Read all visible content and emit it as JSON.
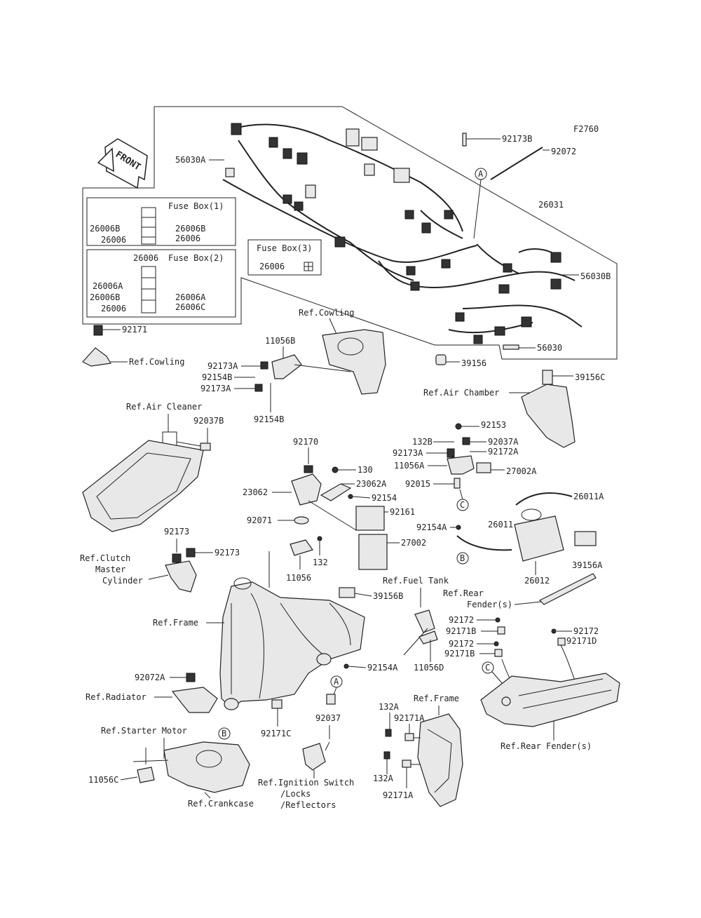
{
  "figure_code": "F2760",
  "front_label": "FRONT",
  "fuse_boxes": {
    "box1_title": "Fuse Box(1)",
    "box2_title": "Fuse Box(2)",
    "box3_title": "Fuse Box(3)"
  },
  "callouts": [
    "A",
    "B",
    "C"
  ],
  "labels": {
    "p92173B": "92173B",
    "p92072": "92072",
    "p56030A": "56030A",
    "p26031": "26031",
    "p56030B": "56030B",
    "p56030": "56030",
    "p39156": "39156",
    "p26006B_l": "26006B",
    "p26006B_r": "26006B",
    "p26006_a": "26006",
    "p26006_b": "26006",
    "p26006_c": "26006",
    "p26006A_l": "26006A",
    "p26006B_2": "26006B",
    "p26006A_r": "26006A",
    "p26006_d": "26006",
    "p26006C": "26006C",
    "p26006_e": "26006",
    "p92171": "92171",
    "ref_cowling_1": "Ref.Cowling",
    "ref_cowling_2": "Ref.Cowling",
    "p11056B": "11056B",
    "p92173A_1": "92173A",
    "p92154B_1": "92154B",
    "p92173A_2": "92173A",
    "p92154B_2": "92154B",
    "p39156C": "39156C",
    "ref_air_chamber": "Ref.Air Chamber",
    "ref_air_cleaner": "Ref.Air Cleaner",
    "p92037B": "92037B",
    "p92153": "92153",
    "p132B": "132B",
    "p92037A": "92037A",
    "p92173A_3": "92173A",
    "p92172A": "92172A",
    "p11056A": "11056A",
    "p27002A": "27002A",
    "p92015": "92015",
    "p92170": "92170",
    "p130": "130",
    "p23062": "23062",
    "p23062A": "23062A",
    "p92154": "92154",
    "p92161": "92161",
    "p92071": "92071",
    "p27002": "27002",
    "p132_1": "132",
    "p11056": "11056",
    "p26011A": "26011A",
    "p92154A_1": "92154A",
    "p26011": "26011",
    "p39156A": "39156A",
    "p26012": "26012",
    "p92173_1": "92173",
    "p92173_2": "92173",
    "ref_clutch_1": "Ref.Clutch",
    "ref_clutch_2": "Master",
    "ref_clutch_3": "Cylinder",
    "ref_fuel_tank": "Ref.Fuel Tank",
    "p39156B": "39156B",
    "ref_rear_fender_1": "Ref.Rear",
    "ref_rear_fender_2": "Fender(s)",
    "ref_frame_1": "Ref.Frame",
    "p92172_1": "92172",
    "p92171B_1": "92171B",
    "p92172_2": "92172",
    "p92171D": "92171D",
    "p92172_3": "92172",
    "p92171B_2": "92171B",
    "p11056D": "11056D",
    "p92072A": "92072A",
    "p92154A_2": "92154A",
    "ref_radiator": "Ref.Radiator",
    "p92037": "92037",
    "p92171C": "92171C",
    "ref_frame_2": "Ref.Frame",
    "p132A_1": "132A",
    "p92171A_1": "92171A",
    "ref_rear_fender_3": "Ref.Rear Fender(s)",
    "ref_starter": "Ref.Starter Motor",
    "p11056C": "11056C",
    "ref_crankcase": "Ref.Crankcase",
    "ref_ignition_1": "Ref.Ignition Switch",
    "ref_ignition_2": "/Locks",
    "ref_ignition_3": "/Reflectors",
    "p132A_2": "132A",
    "p92171A_2": "92171A"
  }
}
